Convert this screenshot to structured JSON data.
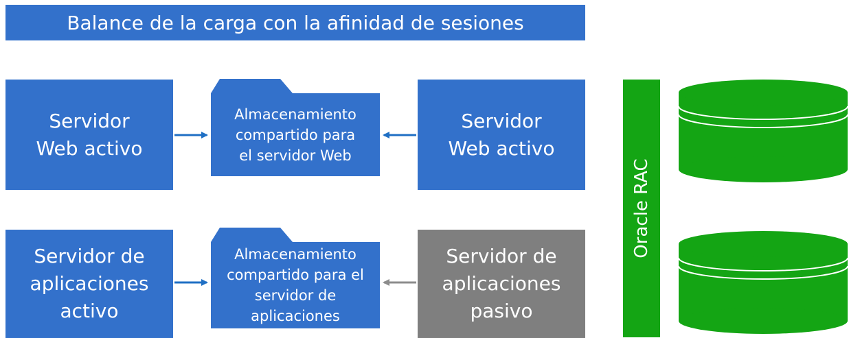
{
  "title": "Balance de la carga con la afinidad de sesiones",
  "web_row": {
    "left_server": [
      "Servidor",
      "Web activo"
    ],
    "storage": [
      "Almacenamiento",
      "compartido para",
      "el servidor Web"
    ],
    "right_server": [
      "Servidor",
      "Web activo"
    ]
  },
  "app_row": {
    "left_server": [
      "Servidor de",
      "aplicaciones",
      "activo"
    ],
    "storage": [
      "Almacenamiento",
      "compartido para el",
      "servidor de",
      "aplicaciones"
    ],
    "right_server": [
      "Servidor de",
      "aplicaciones",
      "pasivo"
    ]
  },
  "database": {
    "label": "Oracle RAC",
    "disk_count_visible": 2
  },
  "colors": {
    "blue": "#3371cb",
    "gray": "#7f7f7f",
    "green": "#14a514",
    "arrow_blue": "#1f6fc4",
    "arrow_gray": "#8c8c8c"
  }
}
